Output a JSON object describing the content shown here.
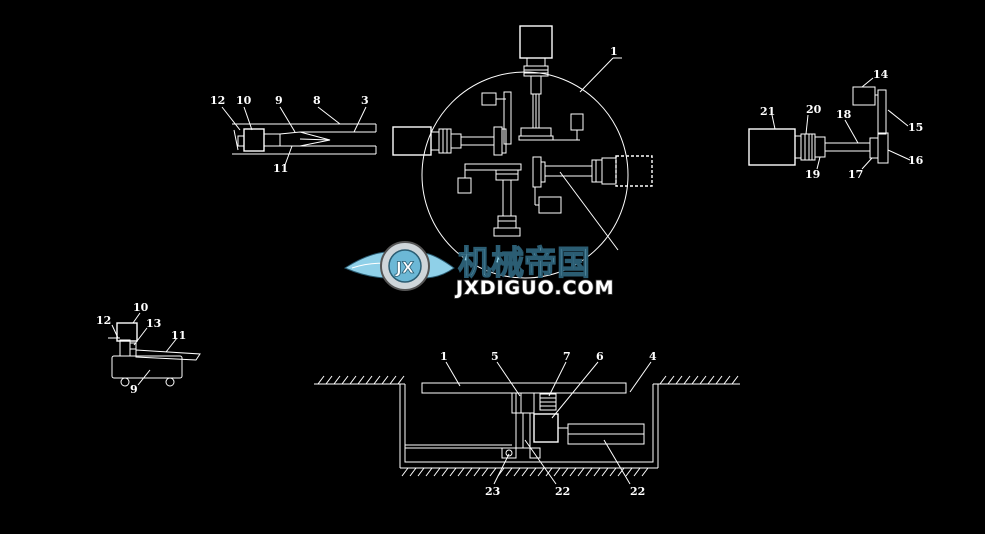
{
  "diagram": {
    "labels": {
      "top_1": "1",
      "tl_12": "12",
      "tl_10": "10",
      "tl_9": "9",
      "tl_8": "8",
      "tl_3": "3",
      "tl_11": "11",
      "tr_14": "14",
      "tr_21": "21",
      "tr_20": "20",
      "tr_18": "18",
      "tr_15": "15",
      "tr_16": "16",
      "tr_19": "19",
      "tr_17": "17",
      "bl_10": "10",
      "bl_12": "12",
      "bl_13": "13",
      "bl_11": "11",
      "bl_9": "9",
      "b_1": "1",
      "b_5": "5",
      "b_7": "7",
      "b_6": "6",
      "b_4": "4",
      "b_23": "23",
      "b_22a": "22",
      "b_22b": "22"
    },
    "watermark": {
      "chinese": "机械帝国",
      "url": "JXDIGUO.COM",
      "badge": "JX"
    }
  }
}
